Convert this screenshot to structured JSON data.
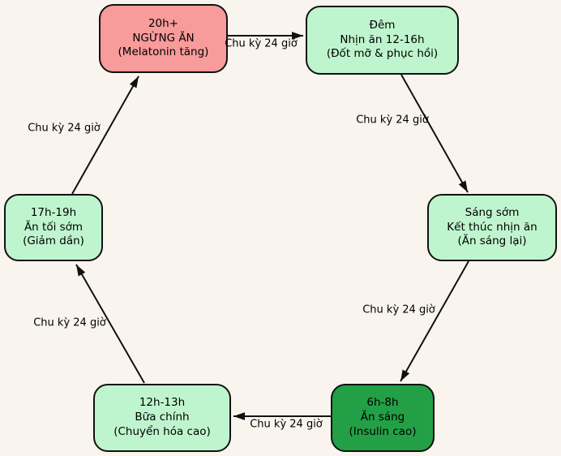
{
  "diagram": {
    "type": "cycle-flowchart",
    "colors": {
      "background": "#F9F5EE",
      "pink": "#F89B9B",
      "light_green": "#BFF5CE",
      "dark_green": "#23A046",
      "border": "#111111",
      "arrow": "#111111"
    },
    "nodes": [
      {
        "id": "stop-eating",
        "color": "pink",
        "lines": [
          "20h+",
          "NGỪNG ĂN",
          "(Melatonin tăng)"
        ]
      },
      {
        "id": "night-fasting",
        "color": "light_green",
        "lines": [
          "Đêm",
          "Nhịn ăn 12-16h",
          "(Đốt mỡ & phục hồi)"
        ]
      },
      {
        "id": "early-morning",
        "color": "light_green",
        "lines": [
          "Sáng sớm",
          "Kết thúc nhịn ăn",
          "(Ăn sáng lại)"
        ]
      },
      {
        "id": "breakfast",
        "color": "dark_green",
        "lines": [
          "6h-8h",
          "Ăn sáng",
          "(Insulin cao)"
        ]
      },
      {
        "id": "main-meal",
        "color": "light_green",
        "lines": [
          "12h-13h",
          "Bữa chính",
          "(Chuyển hóa cao)"
        ]
      },
      {
        "id": "early-dinner",
        "color": "light_green",
        "lines": [
          "17h-19h",
          "Ăn tối sớm",
          "(Giảm dần)"
        ]
      }
    ],
    "edges": [
      {
        "from": "stop-eating",
        "to": "night-fasting",
        "label": "Chu kỳ 24 giờ"
      },
      {
        "from": "night-fasting",
        "to": "early-morning",
        "label": "Chu kỳ 24 giờ"
      },
      {
        "from": "early-morning",
        "to": "breakfast",
        "label": "Chu kỳ 24 giờ"
      },
      {
        "from": "breakfast",
        "to": "main-meal",
        "label": "Chu kỳ 24 giờ"
      },
      {
        "from": "main-meal",
        "to": "early-dinner",
        "label": "Chu kỳ 24 giờ"
      },
      {
        "from": "early-dinner",
        "to": "stop-eating",
        "label": "Chu kỳ 24 giờ"
      }
    ]
  }
}
